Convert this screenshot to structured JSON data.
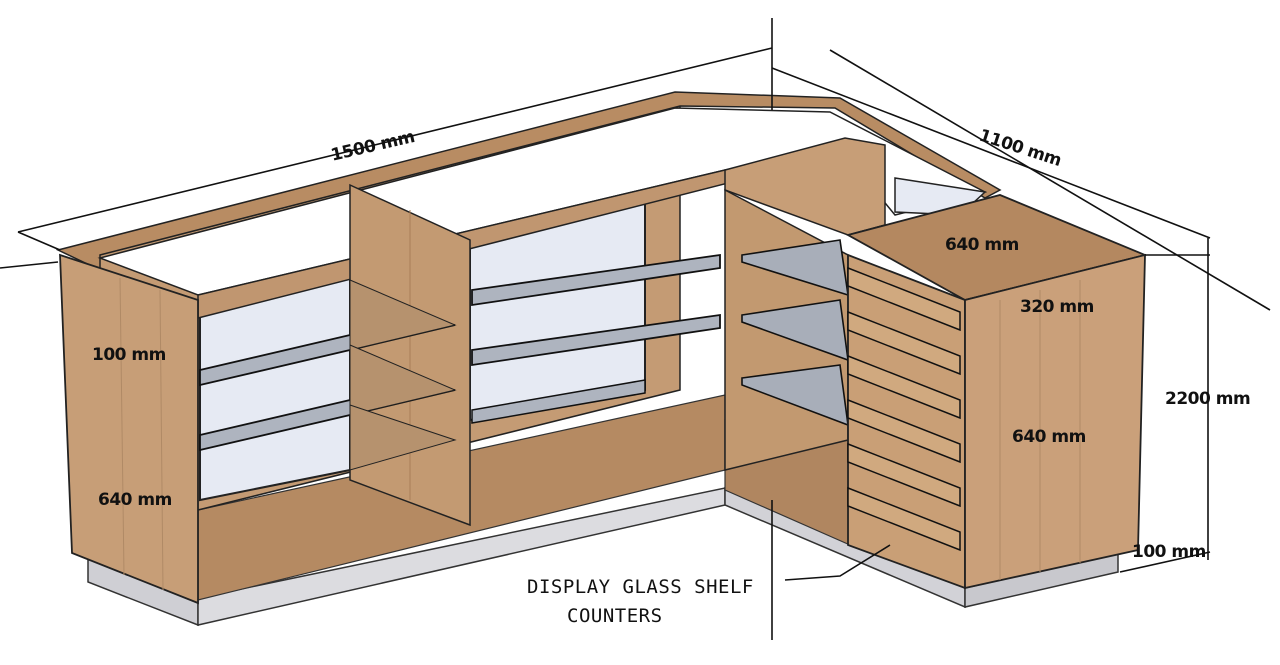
{
  "diagram": {
    "dimensions": {
      "total_width": "1500 mm",
      "side_depth": "1100 mm",
      "overall_height": "2200 mm",
      "top_depth": "640 mm",
      "drawer_width": "320 mm",
      "side_panel_height": "640 mm",
      "left_top_height": "100 mm",
      "left_lower_height": "640 mm",
      "plinth_height": "100 mm"
    },
    "callout": {
      "line1": "DISPLAY GLASS SHELF",
      "line2": "COUNTERS"
    },
    "colors": {
      "wood": "#c9a07a",
      "wood_dark": "#a97f58",
      "wood_light": "#d9b692",
      "glass": "#e8ecf4",
      "plinth": "#d8d8dc",
      "outline": "#1a1a1a"
    }
  }
}
